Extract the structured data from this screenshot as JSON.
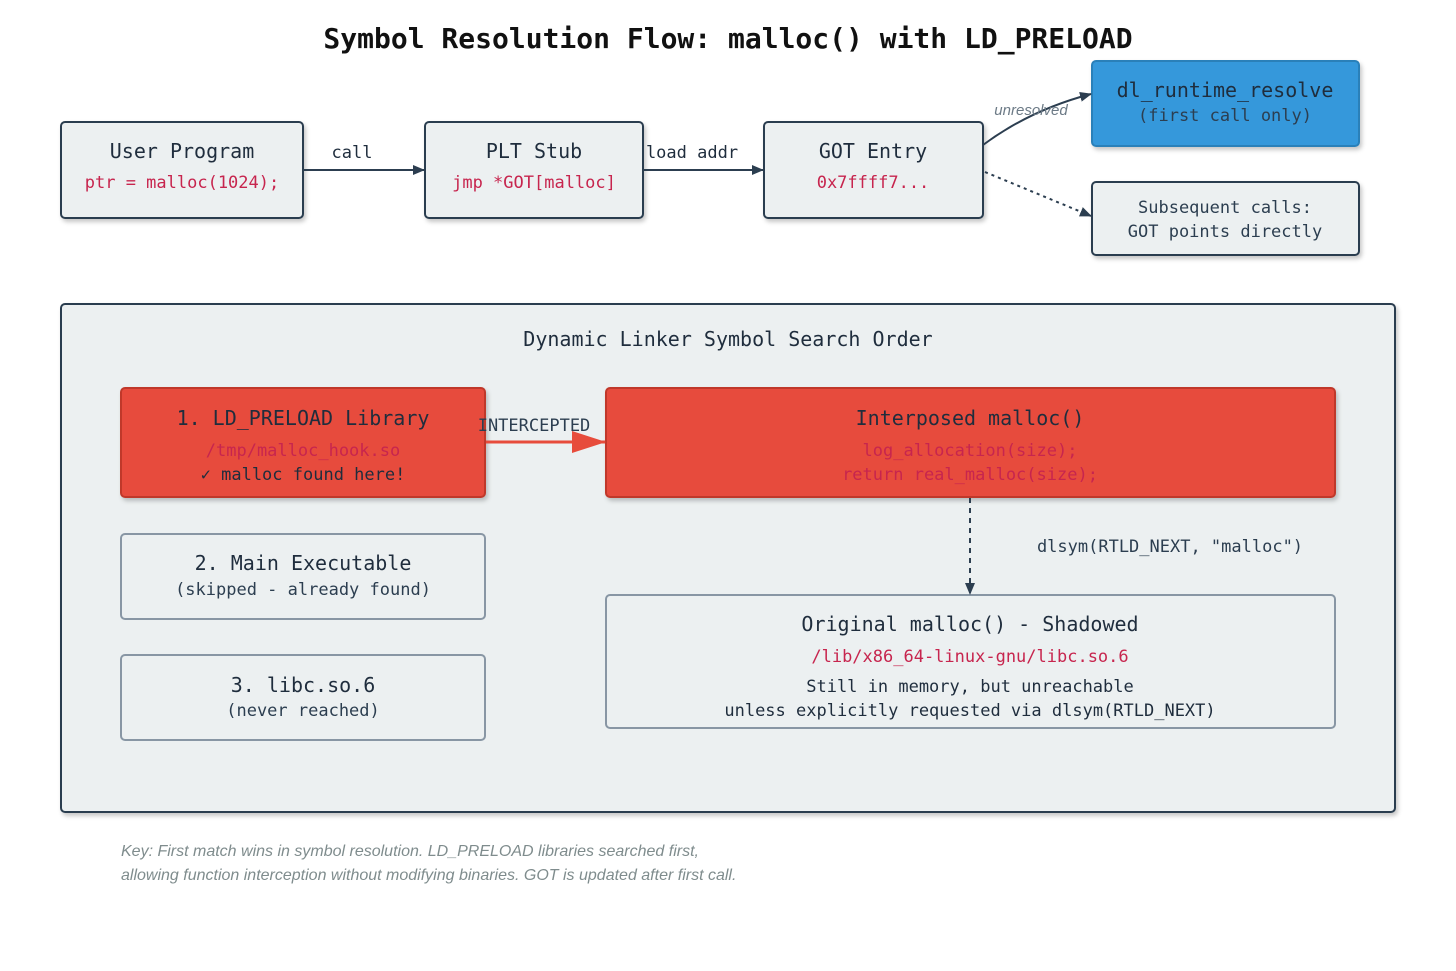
{
  "title": "Symbol Resolution Flow: malloc() with LD_PRELOAD",
  "flow": {
    "user_program": {
      "title": "User Program",
      "code": "ptr = malloc(1024);"
    },
    "plt_stub": {
      "title": "PLT Stub",
      "code": "jmp *GOT[malloc]"
    },
    "got_entry": {
      "title": "GOT Entry",
      "code": "0x7ffff7..."
    },
    "dl_runtime": {
      "title": "dl_runtime_resolve",
      "subtitle": "(first call only)"
    },
    "subsequent": {
      "line1": "Subsequent calls:",
      "line2": "GOT points directly"
    },
    "edges": {
      "call": "call",
      "load_addr": "load addr",
      "unresolved": "unresolved"
    }
  },
  "search_order": {
    "title": "Dynamic Linker Symbol Search Order",
    "preload": {
      "title": "1. LD_PRELOAD Library",
      "path": "/tmp/malloc_hook.so",
      "found": "✓ malloc found here!"
    },
    "main_exec": {
      "title": "2. Main Executable",
      "note": "(skipped - already found)"
    },
    "libc": {
      "title": "3. libc.so.6",
      "note": "(never reached)"
    },
    "interposed": {
      "title": "Interposed malloc()",
      "line1": "log_allocation(size);",
      "line2": "return real_malloc(size);"
    },
    "original": {
      "title": "Original malloc() - Shadowed",
      "path": "/lib/x86_64-linux-gnu/libc.so.6",
      "line1": "Still in memory, but unreachable",
      "line2": "unless explicitly requested via dlsym(RTLD_NEXT)"
    },
    "intercepted_label": "INTERCEPTED",
    "dlsym_label": "dlsym(RTLD_NEXT, \"malloc\")"
  },
  "key": {
    "line1": "Key: First match wins in symbol resolution. LD_PRELOAD libraries searched first,",
    "line2": "allowing function interception without modifying binaries. GOT is updated after first call."
  },
  "colors": {
    "box_fill": "#ecf0f1",
    "box_stroke": "#2c3e50",
    "red": "#e74c3c",
    "red_stroke": "#c0392b",
    "blue": "#3498db",
    "code_pink": "#c7254e",
    "text_dark": "#1f2d3d",
    "gray_text": "#7f8c8d",
    "light_stroke": "#8896a4"
  }
}
